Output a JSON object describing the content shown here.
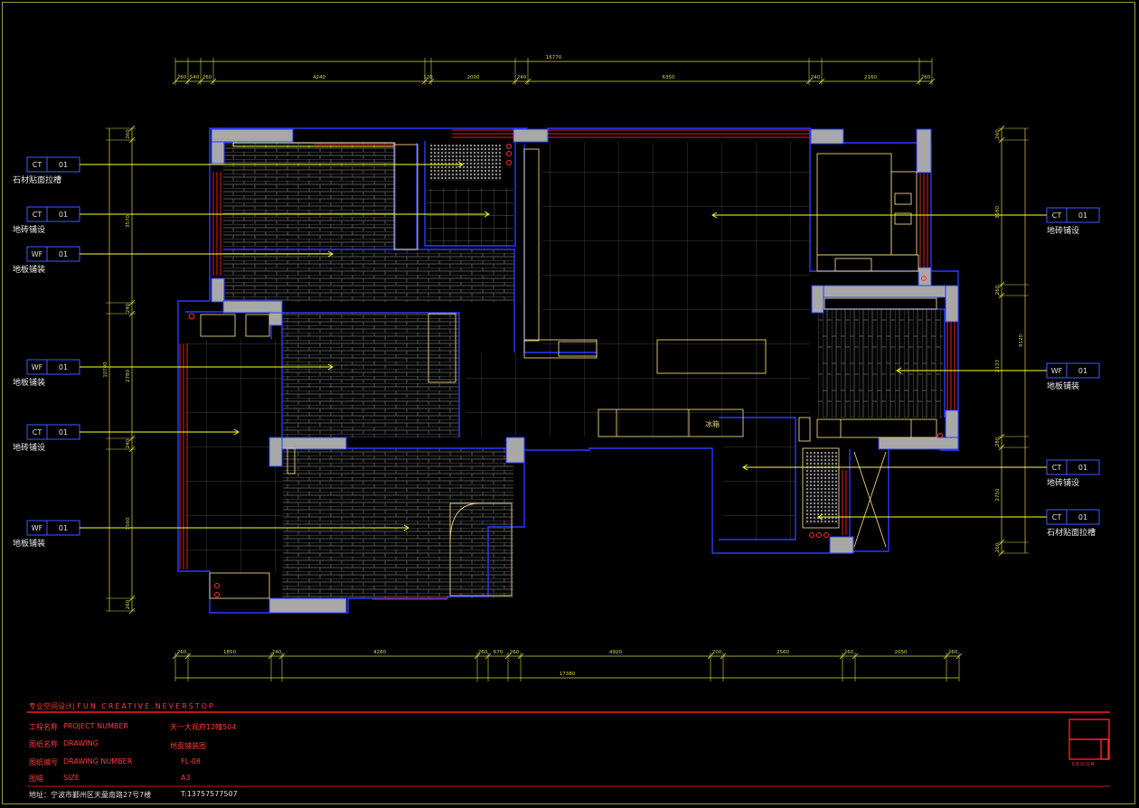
{
  "dimensions": {
    "top_total": "16770",
    "top_segments": [
      "260",
      "540",
      "260",
      "4240",
      "120",
      "2000",
      "240",
      "6350",
      "240",
      "2160",
      "260"
    ],
    "bottom_total": "17380",
    "bottom_segments": [
      "260",
      "1850",
      "240",
      "4280",
      "260",
      "670",
      "260",
      "4920",
      "200",
      "2560",
      "260",
      "2050",
      "260"
    ],
    "left_total": "10700",
    "left_segments": [
      "260",
      "3570",
      "240",
      "2780",
      "240",
      "3560",
      "260"
    ],
    "right_total": "9120",
    "right_segments": [
      "260",
      "3180",
      "260",
      "2133",
      "280",
      "2750",
      "260"
    ]
  },
  "tags": [
    {
      "code": "CT",
      "num": "01",
      "label": "石材贴面拉槽"
    },
    {
      "code": "CT",
      "num": "01",
      "label": "地砖铺设"
    },
    {
      "code": "WF",
      "num": "01",
      "label": "地板铺装"
    },
    {
      "code": "WF",
      "num": "01",
      "label": "地板铺装"
    },
    {
      "code": "CT",
      "num": "01",
      "label": "地砖铺设"
    },
    {
      "code": "WF",
      "num": "01",
      "label": "地板铺装"
    },
    {
      "code": "CT",
      "num": "01",
      "label": "地砖铺设"
    },
    {
      "code": "WF",
      "num": "01",
      "label": "地板铺装"
    },
    {
      "code": "CT",
      "num": "01",
      "label": "地砖铺设"
    },
    {
      "code": "CT",
      "num": "01",
      "label": "石材贴面拉槽"
    }
  ],
  "room_labels": {
    "bar": "冰箱"
  },
  "title_block": {
    "company": "FUN CREATIVE.NEVERSTOP",
    "company_cn": "专业空间设计",
    "row1_label": "工程名称",
    "row1_en": "PROJECT NUMBER",
    "row1_value": "天一大观府12幢504",
    "row2_label": "图纸名称",
    "row2_en": "DRAWING",
    "row2_value": "地面铺装图",
    "row3_label": "图纸编号",
    "row3_en": "DRAWING NUMBER",
    "row3_value": "FL-08",
    "row4_label": "图幅",
    "row4_en": "SIZE",
    "row4_value": "A3",
    "address": "地址：宁波市鄞州区天童南路27号7楼",
    "phone": "T:13757577507",
    "logo_text": "DESIGN"
  },
  "colors": {
    "wall_fill": "#a8a8a8",
    "outline": "#2a3bff",
    "dim": "#d8d850",
    "tag_box": "#3a5bff",
    "leader": "#ffff30",
    "window": "#e02020",
    "accent_red": "#ff2020"
  }
}
